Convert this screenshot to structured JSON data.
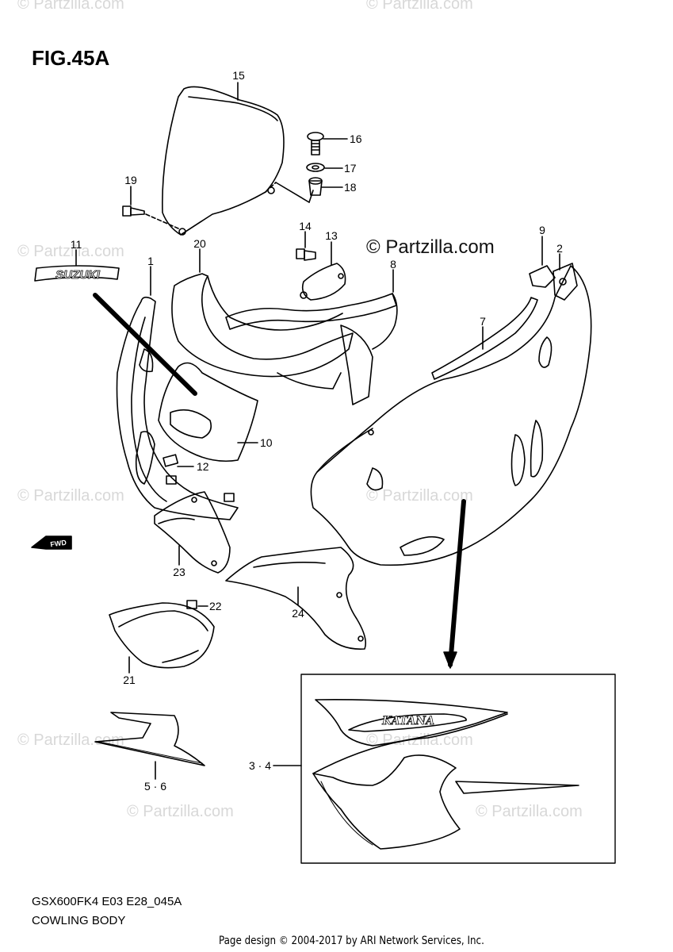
{
  "title": "FIG.45A",
  "brand_watermark": "© Partzilla.com",
  "faint_watermarks": [
    "© Partzilla.com",
    "© Partzilla.com",
    "© Partzilla.com",
    "© Partzilla.com",
    "© Partzilla.com",
    "© Partzilla.com",
    "© Partzilla.com",
    "© Partzilla.com",
    "© Partzilla.com"
  ],
  "callouts": {
    "c1": "1",
    "c2": "2",
    "c7": "7",
    "c8": "8",
    "c9": "9",
    "c10": "10",
    "c11": "11",
    "c12": "12",
    "c13": "13",
    "c14": "14",
    "c15": "15",
    "c16": "16",
    "c17": "17",
    "c18": "18",
    "c19": "19",
    "c20": "20",
    "c21": "21",
    "c22": "22",
    "c23": "23",
    "c24": "24",
    "c34": "3 · 4",
    "c56": "5 · 6"
  },
  "decal_text": {
    "suzuki": "SUZUKI",
    "fwd": "FWD",
    "katana": "KATANA"
  },
  "model_code": "GSX600FK4 E03 E28_045A",
  "diagram_name": "COWLING BODY",
  "footer": "Page design © 2004-2017 by ARI Network Services, Inc."
}
